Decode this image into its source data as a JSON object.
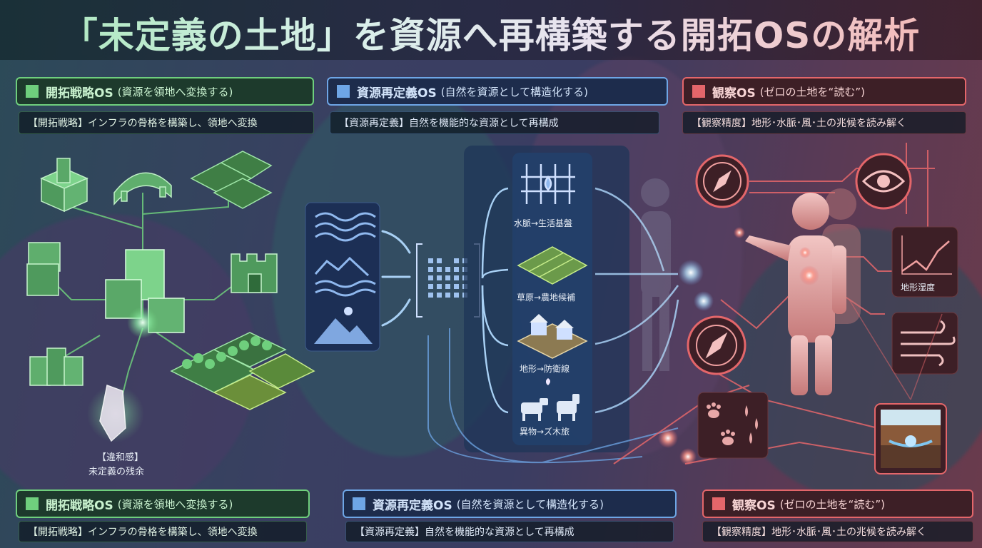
{
  "title": "「未定義の土地」を資源へ再構築する開拓OSの解析",
  "colors": {
    "green": "#6fcf7d",
    "blue": "#6ea6e6",
    "red": "#e4666a"
  },
  "panels": {
    "green_top": {
      "name": "開拓戦略OS",
      "desc": "(資源を領地へ変換する)",
      "sub": "【開拓戦略】インフラの骨格を構築し、領地へ変換"
    },
    "blue_top": {
      "name": "資源再定義OS",
      "desc": "(自然を資源として構造化する)",
      "sub": "【資源再定義】自然を機能的な資源として再構成"
    },
    "red_top": {
      "name": "観察OS",
      "desc": "(ゼロの土地を“読む”)",
      "sub": "【観察精度】地形･水脈･風･土の兆候を読み解く"
    },
    "green_bottom": {
      "name": "開拓戦略OS",
      "desc": "(資源を領地へ変換する)",
      "sub": "【開拓戦略】インフラの骨格を構築し、領地へ変換"
    },
    "blue_bottom": {
      "name": "資源再定義OS",
      "desc": "(自然を資源として構造化する)",
      "sub": "【資源再定義】自然を機能的な資源として再構成"
    },
    "red_bottom": {
      "name": "観察OS",
      "desc": "(ゼロの土地を“読む”)",
      "sub": "【観察精度】地形･水脈･風･土の兆候を読み解く"
    }
  },
  "green_section": {
    "anomaly_label_1": "【違和感】",
    "anomaly_label_2": "未定義の残余"
  },
  "blue_section": {
    "transforms": [
      "水脈→生活基盤",
      "草原→農地候補",
      "地形→防衛線",
      "異物→ズ木旅"
    ]
  },
  "red_section": {
    "chart_label": "地形湿度"
  },
  "icons": [
    "buildings-icon",
    "bridge-icon",
    "farm-grid-icon",
    "crystal-icon",
    "wave-icon",
    "mountain-icon",
    "matrix-icon",
    "water-arrows-icon",
    "field-icon",
    "houses-icon",
    "cattle-icon",
    "compass-icon",
    "eye-icon",
    "human-figure-icon",
    "line-chart-icon",
    "wind-icon",
    "footprints-icon",
    "soil-water-icon"
  ]
}
